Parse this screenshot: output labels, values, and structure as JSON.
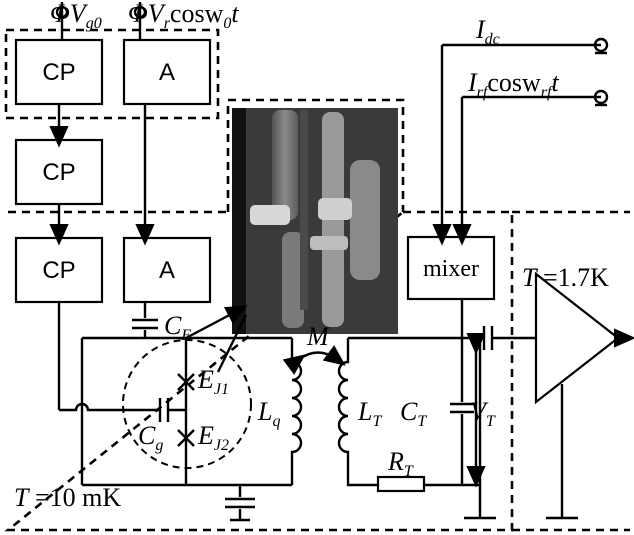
{
  "labels": {
    "vg0": "ΦV",
    "vg0_sub": "g0",
    "vr": "ΦV",
    "vr_sub": "r",
    "vr_rest": "cosw",
    "vr_sub0": "0",
    "vr_t": "t",
    "idc": "I",
    "idc_sub": "dc",
    "irf": "I",
    "irf_sub": "rf",
    "irf_rest": "cosw",
    "irf_sub2": "rf",
    "irf_t": "t",
    "ce": "C",
    "ce_sub": "E",
    "cg": "C",
    "cg_sub": "g",
    "ej1": "E",
    "ej1_sub": "J1",
    "ej2": "E",
    "ej2_sub": "J2",
    "lq": "L",
    "lq_sub": "q",
    "m": "M",
    "lt": "L",
    "lt_sub": "T",
    "ct": "C",
    "ct_sub": "T",
    "vt": "V",
    "vt_sub": "T",
    "rt": "R",
    "rt_sub": "T",
    "temp_low": "T",
    "temp_low_rest": " =10 mK",
    "temp_high": "T",
    "temp_high_rest": " =1.7K"
  },
  "boxes": {
    "cp1": "CP",
    "a1": "A",
    "cp2": "CP",
    "cp3": "CP",
    "a2": "A",
    "mixer": "mixer"
  }
}
